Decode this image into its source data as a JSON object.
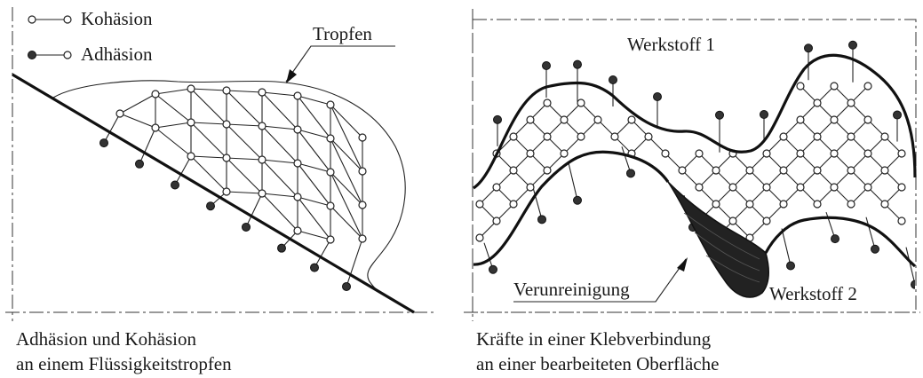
{
  "legend": {
    "kohaesion": "Kohäsion",
    "adhaesion": "Adhäsion"
  },
  "left_panel": {
    "drop_label": "Tropfen",
    "caption_line1": "Adhäsion und Kohäsion",
    "caption_line2": "an einem Flüssigkeitstropfen"
  },
  "right_panel": {
    "material1": "Werkstoff 1",
    "material2": "Werkstoff 2",
    "contamination": "Verunreinigung",
    "caption_line1": "Kräfte in einer Klebverbindung",
    "caption_line2": "an einer bearbeiteten Oberfläche"
  },
  "colors": {
    "ink": "#1a1a1a",
    "contamination_fill": "#222222",
    "atom_filled": "#333333"
  }
}
